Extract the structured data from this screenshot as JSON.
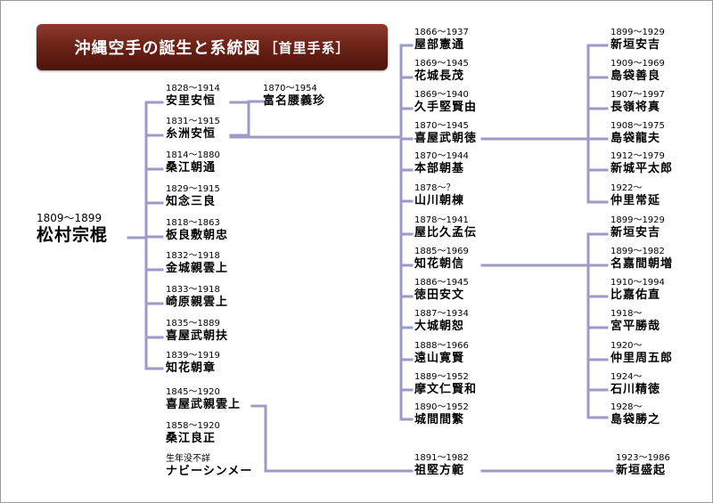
{
  "title": {
    "main": "沖縄空手の誕生と系統図",
    "sub": "［首里手系］"
  },
  "colors": {
    "line": "#9c9ac6",
    "title_bg": "#6e2317"
  },
  "root": {
    "dates": "1809～1899",
    "name": "松村宗棍"
  },
  "gen1": [
    {
      "dates": "1828～1914",
      "name": "安里安恒"
    },
    {
      "dates": "1831～1915",
      "name": "糸洲安恒"
    },
    {
      "dates": "1814～1880",
      "name": "桑江朝通"
    },
    {
      "dates": "1829～1915",
      "name": "知念三良"
    },
    {
      "dates": "1818～1863",
      "name": "板良敷朝忠"
    },
    {
      "dates": "1832～1918",
      "name": "金城親雲上"
    },
    {
      "dates": "1833～1918",
      "name": "崎原親雲上"
    },
    {
      "dates": "1835～1889",
      "name": "喜屋武朝扶"
    },
    {
      "dates": "1839～1919",
      "name": "知花朝章"
    }
  ],
  "funakoshi": {
    "dates": "1870～1954",
    "name": "富名腰義珍"
  },
  "lower": [
    {
      "dates": "1845～1920",
      "name": "喜屋武親雲上"
    },
    {
      "dates": "1858～1920",
      "name": "桑江良正"
    },
    {
      "dates": "生年没不詳",
      "name": "ナビーシンメー"
    }
  ],
  "gen2": [
    {
      "dates": "1866～1937",
      "name": "屋部憲通"
    },
    {
      "dates": "1869～1945",
      "name": "花城長茂"
    },
    {
      "dates": "1869～1940",
      "name": "久手堅賢由"
    },
    {
      "dates": "1870～1945",
      "name": "喜屋武朝徳"
    },
    {
      "dates": "1870～1944",
      "name": "本部朝基"
    },
    {
      "dates": "1878～？",
      "name": "山川朝棟"
    },
    {
      "dates": "1878～1941",
      "name": "屋比久孟伝"
    },
    {
      "dates": "1885～1969",
      "name": "知花朝信"
    },
    {
      "dates": "1886～1945",
      "name": "徳田安文"
    },
    {
      "dates": "1887～1934",
      "name": "大城朝恕"
    },
    {
      "dates": "1888～1966",
      "name": "遠山寛賢"
    },
    {
      "dates": "1889～1952",
      "name": "摩文仁賢和"
    },
    {
      "dates": "1890～1952",
      "name": "城間間繁"
    }
  ],
  "soken": {
    "dates": "1891～1982",
    "name": "祖堅方範"
  },
  "gen3_kyan": [
    {
      "dates": "1899～1929",
      "name": "新垣安吉"
    },
    {
      "dates": "1909～1969",
      "name": "島袋善良"
    },
    {
      "dates": "1907～1997",
      "name": "長嶺将真"
    },
    {
      "dates": "1908～1975",
      "name": "島袋龍夫"
    },
    {
      "dates": "1912～1979",
      "name": "新城平太郎"
    },
    {
      "dates": "1922～",
      "name": "仲里常延"
    }
  ],
  "gen3_chibana": [
    {
      "dates": "1899～1929",
      "name": "新垣安吉"
    },
    {
      "dates": "1899～1982",
      "name": "名嘉間朝増"
    },
    {
      "dates": "1910～1994",
      "name": "比嘉佑直"
    },
    {
      "dates": "1918～",
      "name": "宮平勝哉"
    },
    {
      "dates": "1920～",
      "name": "仲里周五郎"
    },
    {
      "dates": "1924～",
      "name": "石川精徳"
    },
    {
      "dates": "1928～",
      "name": "島袋勝之"
    }
  ],
  "arakaki": {
    "dates": "1923～1986",
    "name": "新垣盛起"
  }
}
